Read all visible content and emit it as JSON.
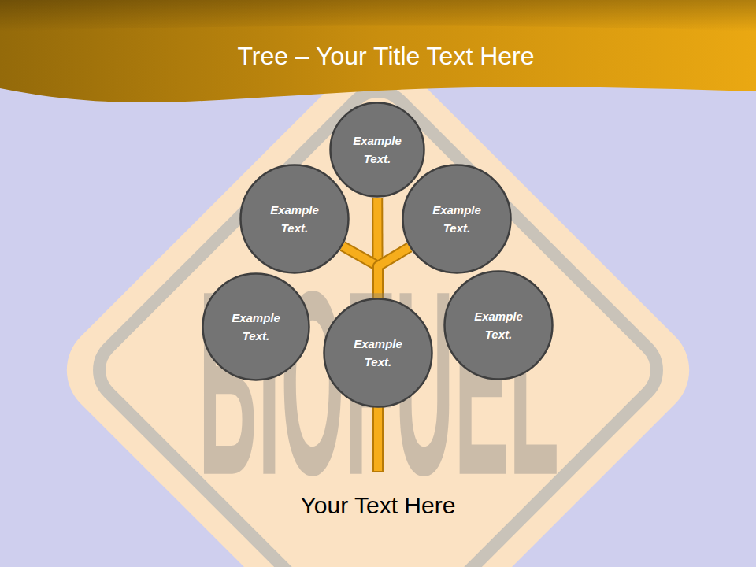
{
  "diagram": {
    "title": "Tree – Your Title Text Here",
    "caption": "Your Text Here",
    "nodes": [
      {
        "text": [
          "Example Text."
        ]
      },
      {
        "text": [
          "Example Text."
        ]
      },
      {
        "text": [
          "Example Text."
        ]
      },
      {
        "text": [
          "Example Text."
        ]
      },
      {
        "text": [
          "Example Text."
        ]
      },
      {
        "text": [
          "Example Text."
        ]
      }
    ],
    "edges": [
      {
        "from": 4,
        "to": 0,
        "arrow": "none"
      },
      {
        "from": 4,
        "to": 1,
        "arrow": "none"
      },
      {
        "from": 4,
        "to": 2,
        "arrow": "none"
      }
    ],
    "labels": [
      "BIOFUEL"
    ]
  }
}
